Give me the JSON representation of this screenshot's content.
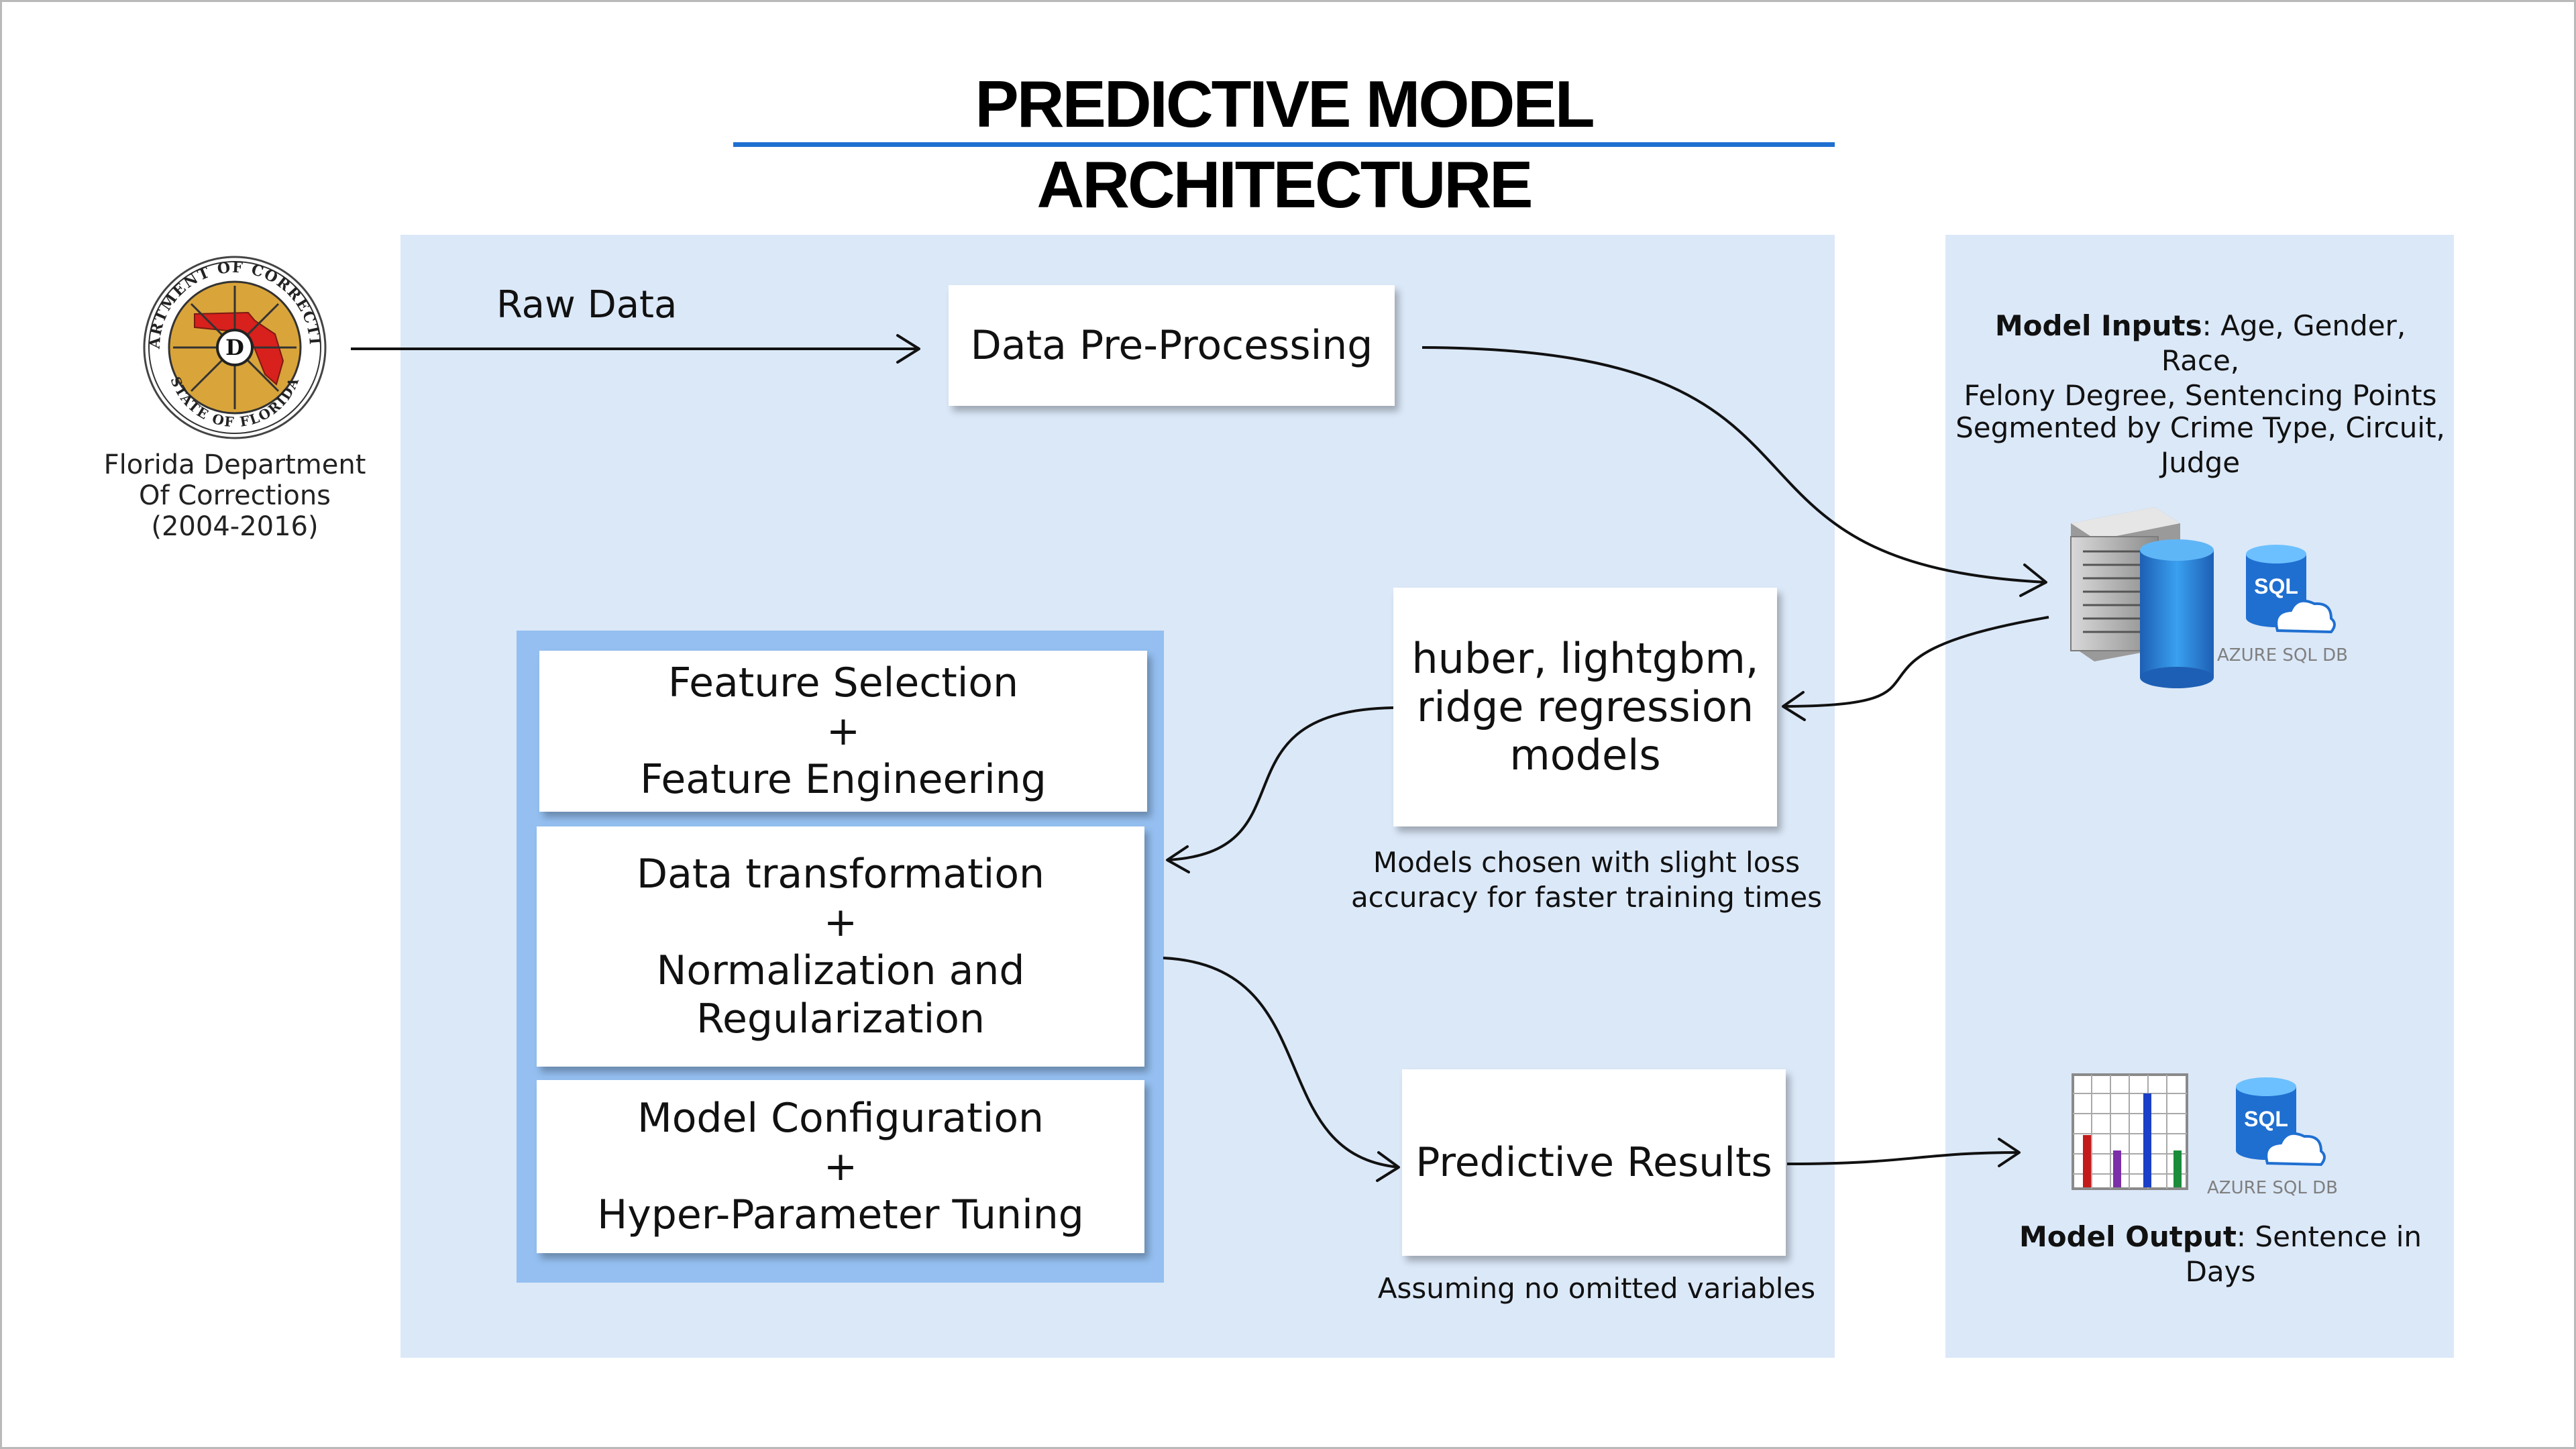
{
  "title": "PREDICTIVE MODEL ARCHITECTURE",
  "source": {
    "name_line1": "Florida Department",
    "name_line2": "Of Corrections",
    "years": "(2004-2016)",
    "seal_top": "DEPARTMENT OF CORRECTIONS",
    "seal_bottom": "STATE OF FLORIDA"
  },
  "edges": {
    "raw_data": "Raw Data"
  },
  "boxes": {
    "preprocessing": "Data Pre-Processing",
    "models": [
      "huber, lightgbm,",
      "ridge regression",
      "models"
    ],
    "models_note": [
      "Models chosen with slight loss",
      "accuracy for faster training times"
    ],
    "feature": [
      "Feature Selection",
      "+",
      "Feature Engineering"
    ],
    "transform": [
      "Data transformation",
      "+",
      "Normalization and",
      "Regularization"
    ],
    "config": [
      "Model Configuration",
      "+",
      "Hyper-Parameter Tuning"
    ],
    "results": "Predictive Results",
    "results_note": "Assuming no omitted variables"
  },
  "inputs": {
    "label": "Model Inputs",
    "text_line1": ": Age, Gender, Race,",
    "text_line2": "Felony Degree, Sentencing Points",
    "segment_line1": "Segmented by Crime Type, Circuit,",
    "segment_line2": "Judge"
  },
  "output": {
    "label": "Model Output",
    "text": ": Sentence in Days"
  },
  "azure": {
    "sql_badge": "SQL",
    "db_label": "AZURE SQL DB"
  },
  "colors": {
    "panel": "#dbe8f8",
    "stack": "#94bff0",
    "title_underline": "#1f6fd1",
    "azure_blue": "#1f6fd1"
  },
  "icons": [
    "server-database-icon",
    "azure-sql-icon",
    "bar-chart-icon",
    "florida-seal-icon"
  ]
}
